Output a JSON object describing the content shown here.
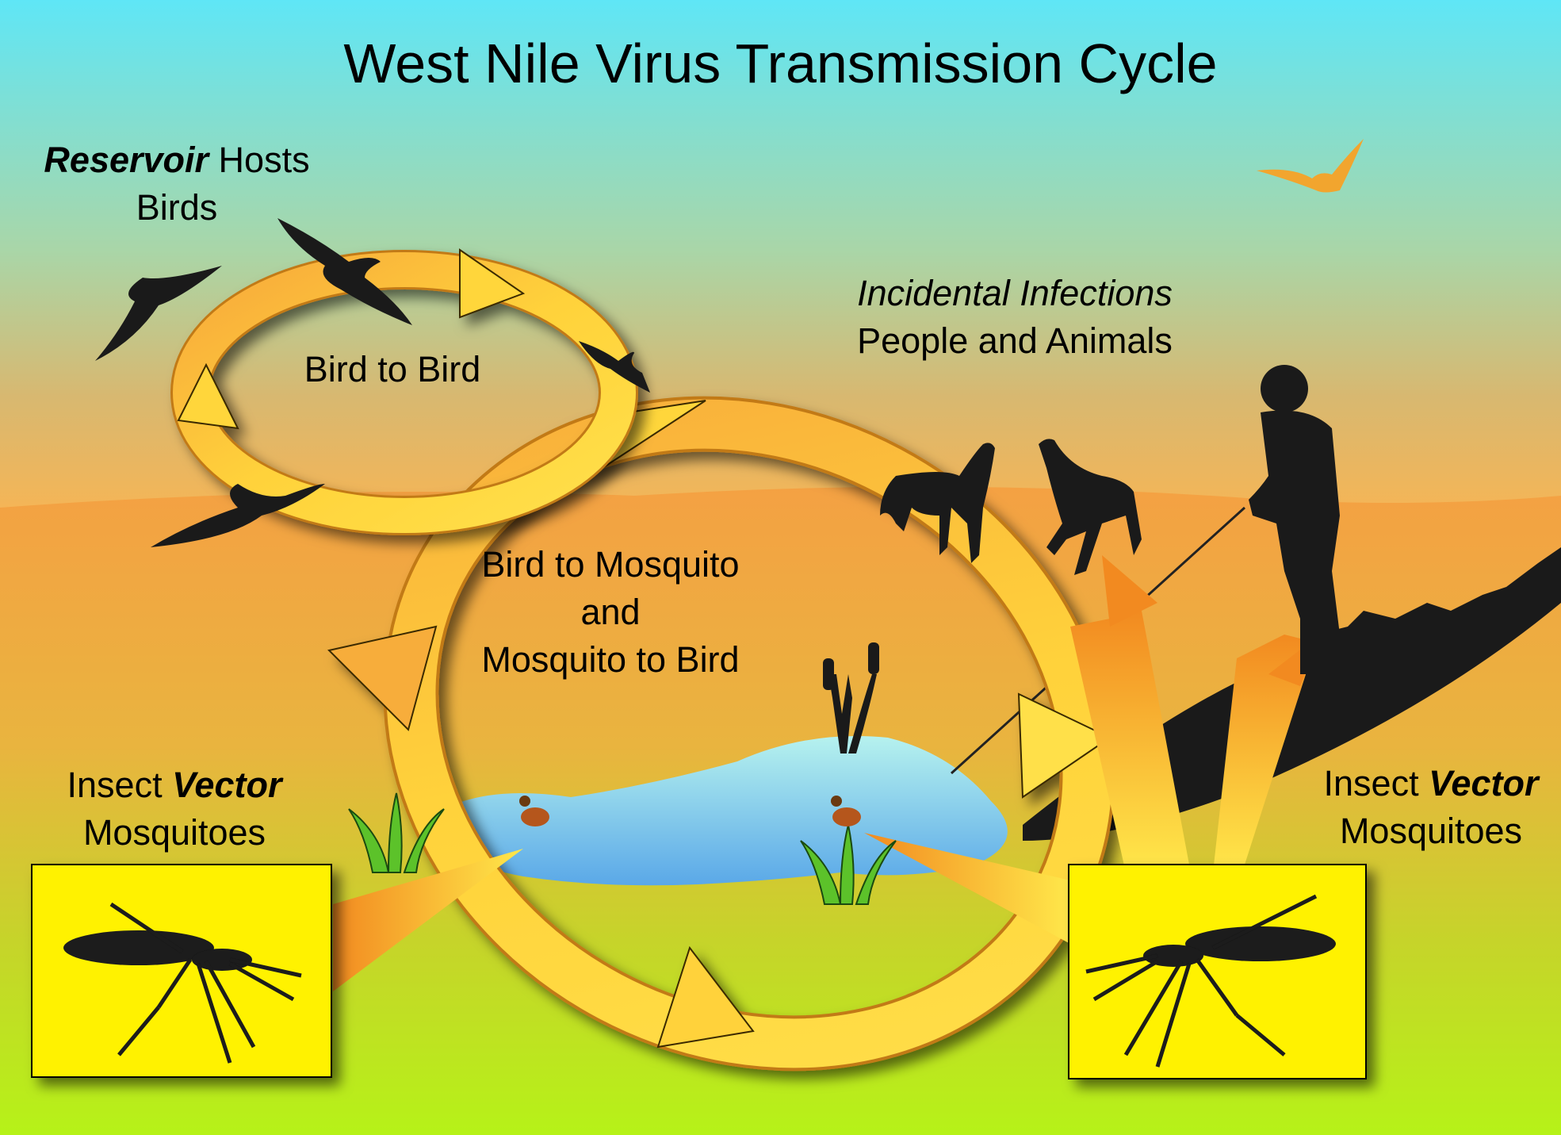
{
  "title": "West Nile Virus Transmission Cycle",
  "reservoir": {
    "emphasis": "Reservoir",
    "rest": " Hosts",
    "line2": "Birds"
  },
  "cycle_bird_to_bird": "Bird to Bird",
  "cycle_bird_mosquito": {
    "line1": "Bird to Mosquito",
    "line2": "and",
    "line3": "Mosquito to Bird"
  },
  "incidental": {
    "line1": "Incidental Infections",
    "line2": "People and Animals"
  },
  "vector_left": {
    "prefix": "Insect ",
    "emphasis": "Vector",
    "line2": "Mosquitoes"
  },
  "vector_right": {
    "prefix": "Insect ",
    "emphasis": "Vector",
    "line2": "Mosquitoes"
  },
  "colors": {
    "sky_top": "#5fe4f5",
    "sky_mid": "#f7b659",
    "ground": "#f3a34a",
    "grass": "#b5f01c",
    "arrow": "#ffcc2e",
    "arrow_dark": "#f29a2a",
    "box": "#fff200",
    "silhouette": "#1a1a1a",
    "water": "#a8ecf0"
  }
}
